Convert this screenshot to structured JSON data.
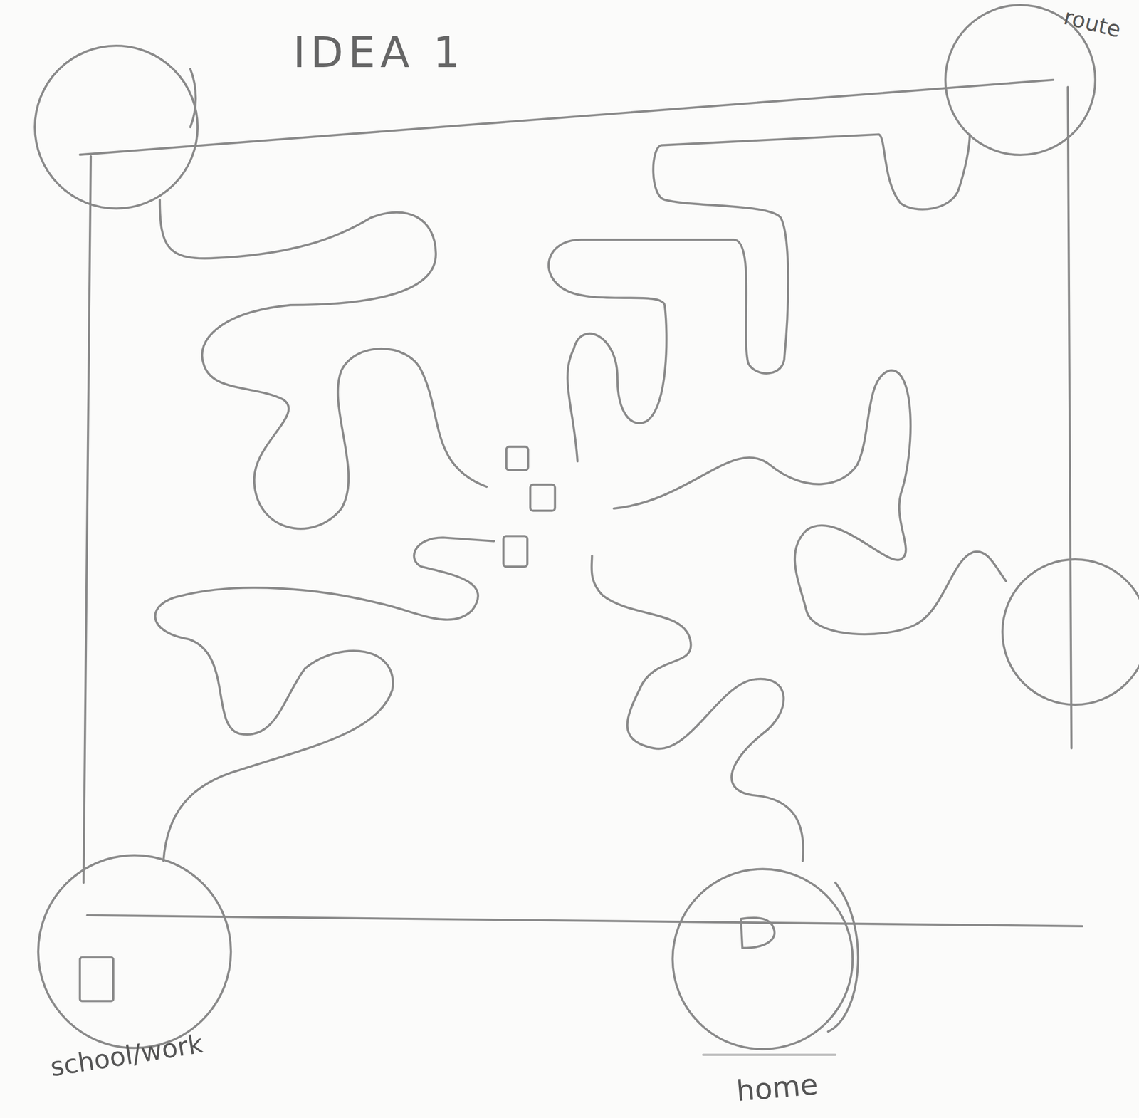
{
  "diagram": {
    "title": "IDEA 1",
    "nodes": [
      {
        "text": [
          "route"
        ]
      },
      {
        "text": [
          "school/work"
        ]
      },
      {
        "text": [
          "home"
        ]
      }
    ]
  }
}
